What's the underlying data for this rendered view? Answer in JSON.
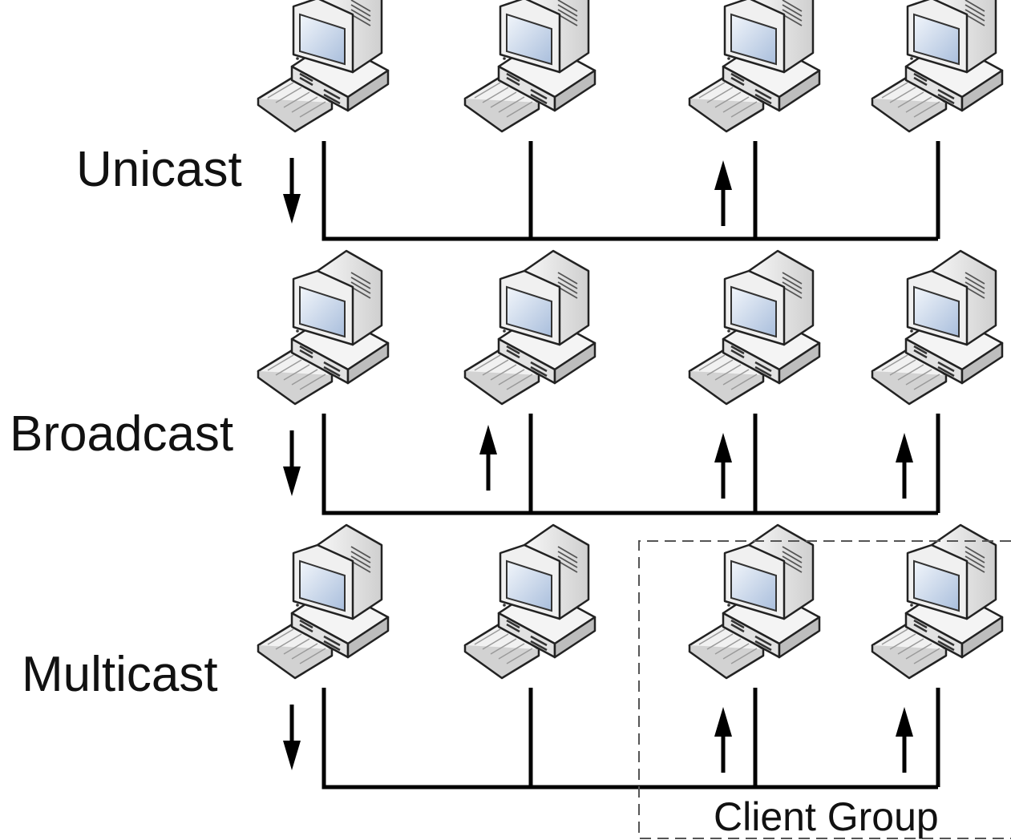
{
  "rows": [
    {
      "label": "Unicast",
      "sender_arrow": "down",
      "receiver_arrows": [
        false,
        false,
        true,
        false
      ]
    },
    {
      "label": "Broadcast",
      "sender_arrow": "down",
      "receiver_arrows": [
        false,
        true,
        true,
        true
      ]
    },
    {
      "label": "Multicast",
      "sender_arrow": "down",
      "receiver_arrows": [
        false,
        false,
        true,
        true
      ]
    }
  ],
  "group": {
    "label": "Client Group",
    "row": "Multicast",
    "members": [
      2,
      3
    ]
  },
  "icons": {
    "computer": "desktop-computer-icon",
    "arrow_up": "arrow-up-icon",
    "arrow_down": "arrow-down-icon"
  },
  "colors": {
    "line": "#000000",
    "monitor_body": "#e4e4e4",
    "screen": "#c9d9ee",
    "box_border": "#555555"
  }
}
